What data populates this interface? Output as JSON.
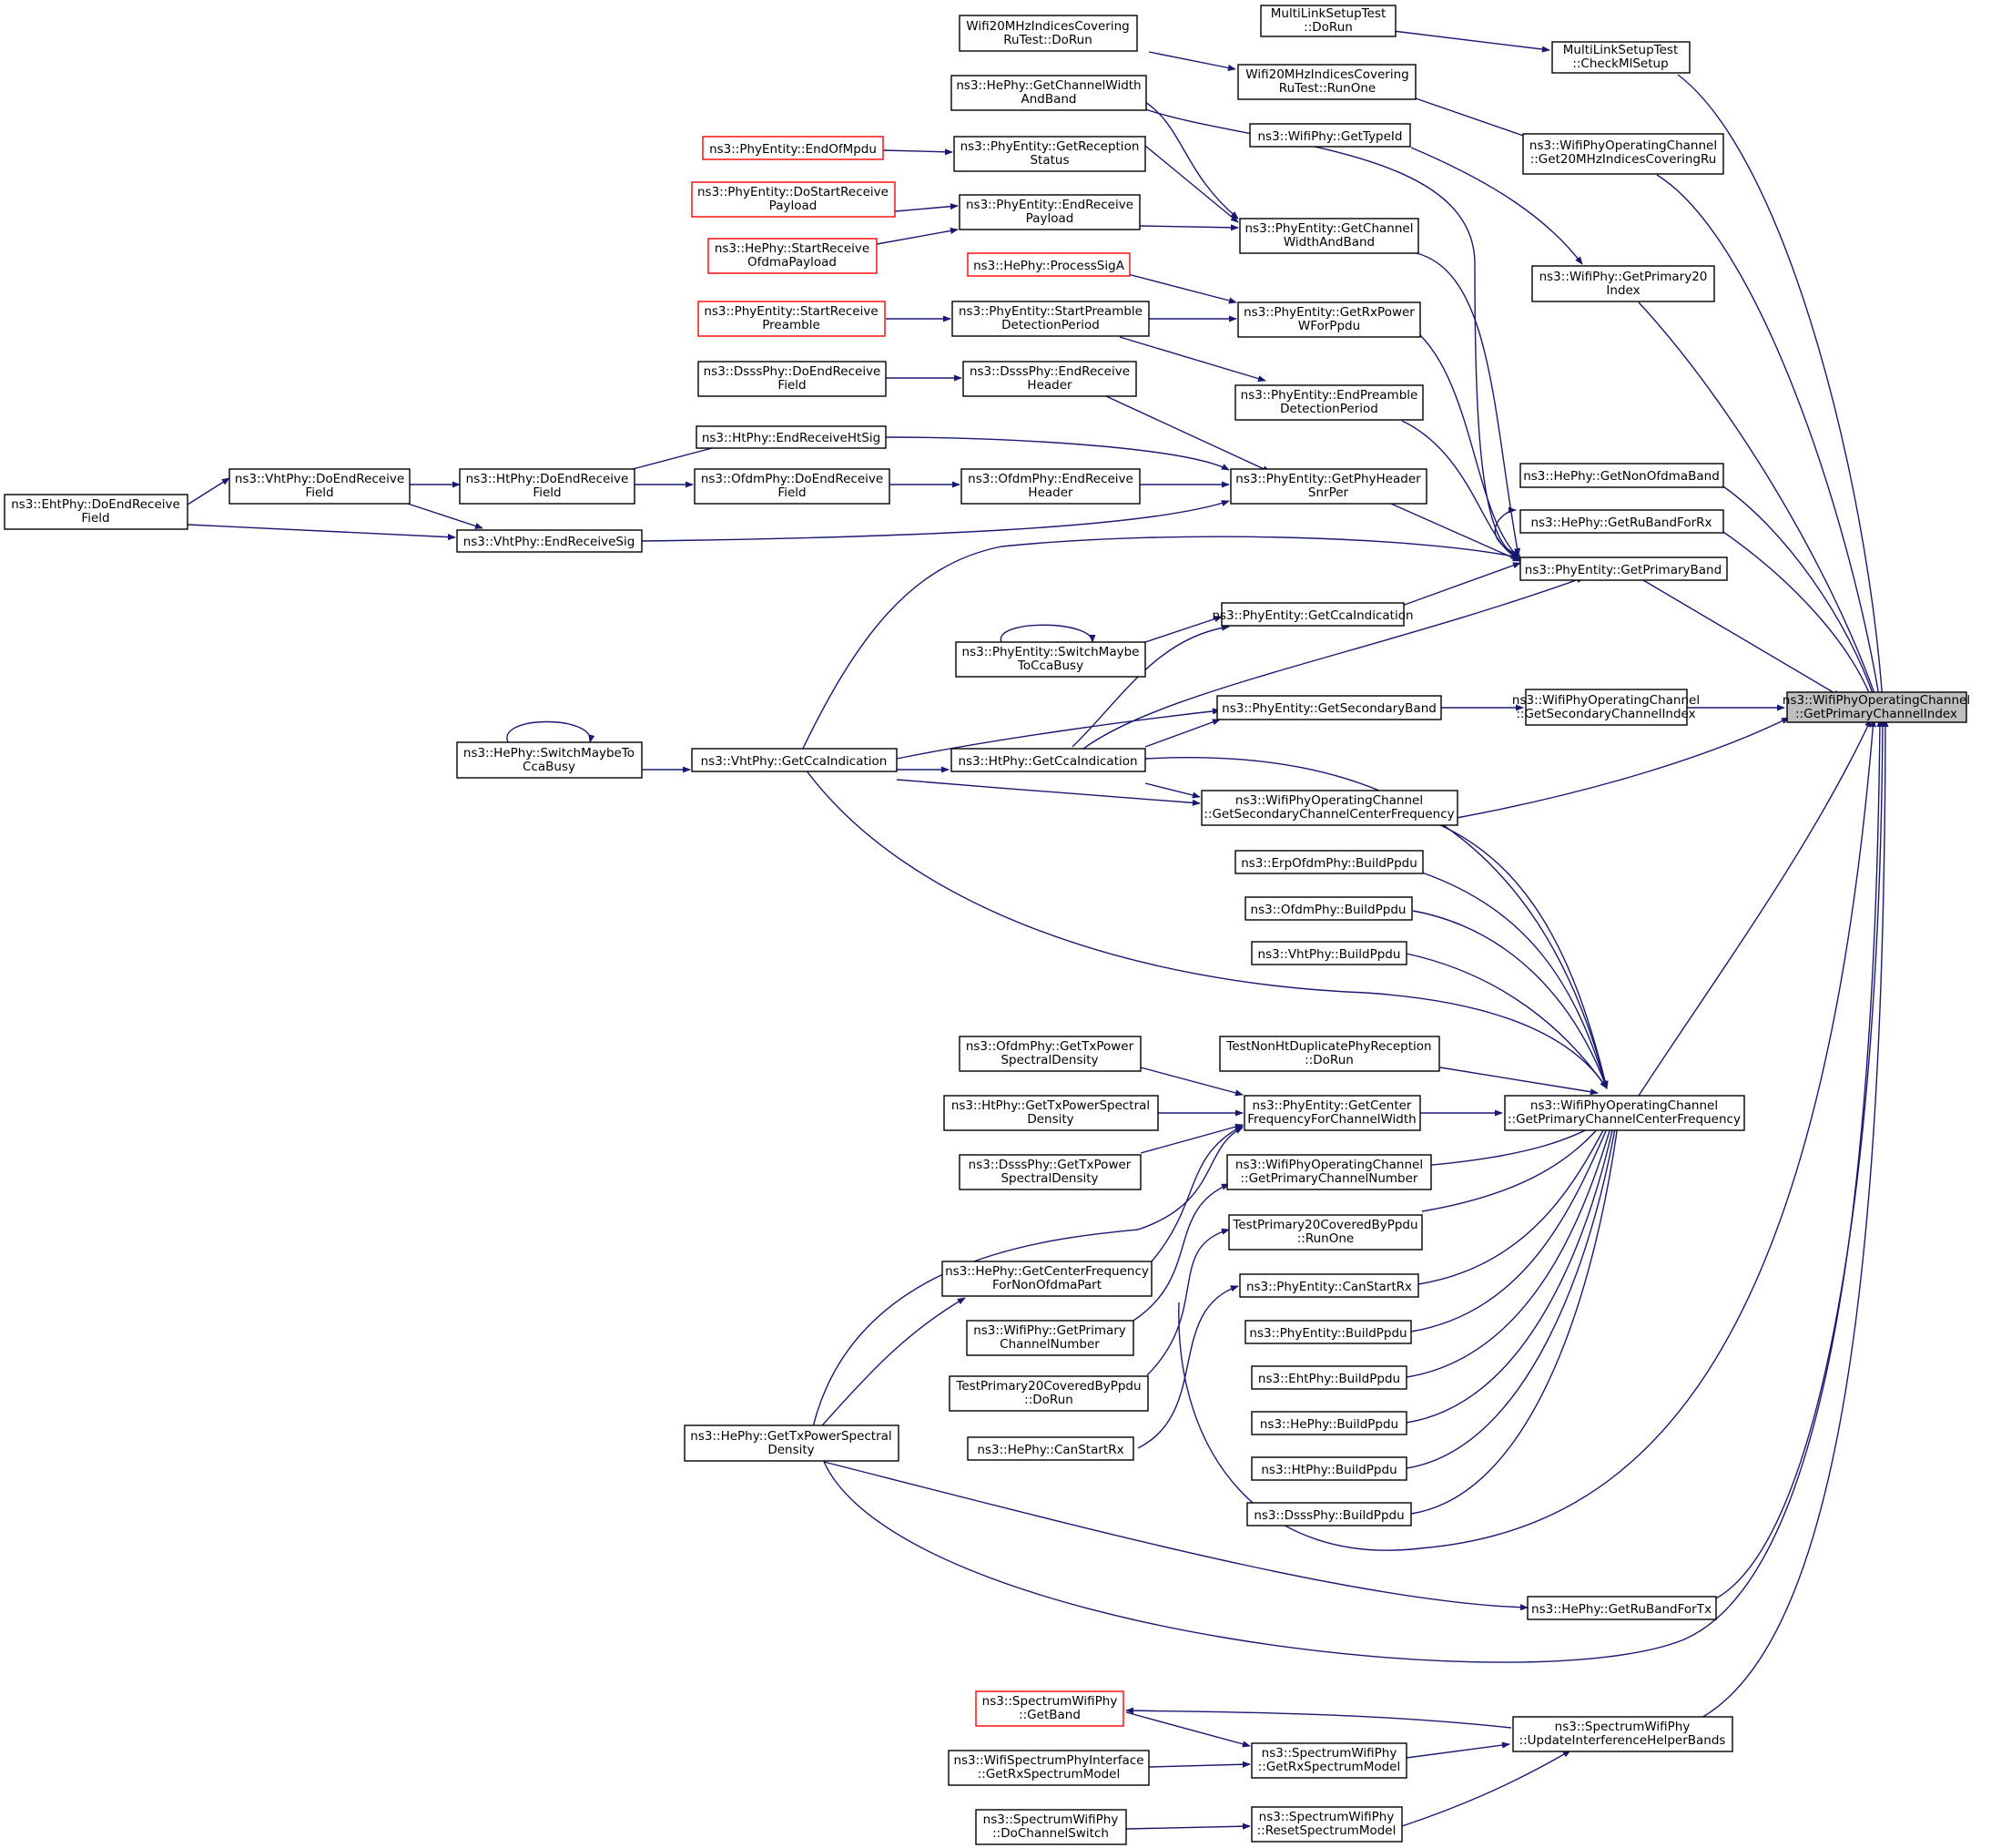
{
  "diagram": {
    "colors": {
      "edge": "#191970",
      "node_border": "#000000",
      "missing_border": "#ff0000",
      "focus_fill": "#bfbfbf"
    },
    "nodes": [
      {
        "id": "n1",
        "lines": [
          "ns3::WifiPhyOperatingChannel",
          "::GetPrimaryChannelIndex"
        ],
        "kind": "focus"
      },
      {
        "id": "n2",
        "lines": [
          "MultiLinkSetupTest",
          "::CheckMlSetup"
        ]
      },
      {
        "id": "n3",
        "lines": [
          "MultiLinkSetupTest",
          "::DoRun"
        ]
      },
      {
        "id": "n4",
        "lines": [
          "ns3::WifiPhyOperatingChannel",
          "::Get20MHzIndicesCoveringRu"
        ]
      },
      {
        "id": "n5",
        "lines": [
          "Wifi20MHzIndicesCovering",
          "RuTest::RunOne"
        ]
      },
      {
        "id": "n6",
        "lines": [
          "Wifi20MHzIndicesCovering",
          "RuTest::DoRun"
        ]
      },
      {
        "id": "n7",
        "lines": [
          "ns3::WifiPhy::GetPrimary20",
          "Index"
        ]
      },
      {
        "id": "n8",
        "lines": [
          "ns3::WifiPhy::GetTypeId"
        ]
      },
      {
        "id": "n9",
        "lines": [
          "ns3::HePhy::GetNonOfdmaBand"
        ]
      },
      {
        "id": "n10",
        "lines": [
          "ns3::HePhy::GetRuBandForRx"
        ]
      },
      {
        "id": "n11",
        "lines": [
          "ns3::PhyEntity::GetPrimaryBand"
        ]
      },
      {
        "id": "n12",
        "lines": [
          "ns3::PhyEntity::GetChannel",
          "WidthAndBand"
        ]
      },
      {
        "id": "n13",
        "lines": [
          "ns3::HePhy::GetChannelWidth",
          "AndBand"
        ]
      },
      {
        "id": "n14",
        "lines": [
          "ns3::PhyEntity::GetReception",
          "Status"
        ]
      },
      {
        "id": "n15",
        "lines": [
          "ns3::PhyEntity::EndOfMpdu"
        ],
        "kind": "red"
      },
      {
        "id": "n16",
        "lines": [
          "ns3::PhyEntity::EndReceive",
          "Payload"
        ]
      },
      {
        "id": "n17",
        "lines": [
          "ns3::PhyEntity::DoStartReceive",
          "Payload"
        ],
        "kind": "red"
      },
      {
        "id": "n18",
        "lines": [
          "ns3::HePhy::StartReceive",
          "OfdmaPayload"
        ],
        "kind": "red"
      },
      {
        "id": "n19",
        "lines": [
          "ns3::HePhy::ProcessSigA"
        ],
        "kind": "red"
      },
      {
        "id": "n20",
        "lines": [
          "ns3::PhyEntity::GetRxPower",
          "WForPpdu"
        ]
      },
      {
        "id": "n21",
        "lines": [
          "ns3::PhyEntity::StartPreamble",
          "DetectionPeriod"
        ]
      },
      {
        "id": "n22",
        "lines": [
          "ns3::PhyEntity::StartReceive",
          "Preamble"
        ],
        "kind": "red"
      },
      {
        "id": "n23",
        "lines": [
          "ns3::PhyEntity::EndPreamble",
          "DetectionPeriod"
        ]
      },
      {
        "id": "n24",
        "lines": [
          "ns3::DsssPhy::EndReceive",
          "Header"
        ]
      },
      {
        "id": "n25",
        "lines": [
          "ns3::DsssPhy::DoEndReceive",
          "Field"
        ]
      },
      {
        "id": "n26",
        "lines": [
          "ns3::PhyEntity::GetPhyHeader",
          "SnrPer"
        ]
      },
      {
        "id": "n27",
        "lines": [
          "ns3::HtPhy::EndReceiveHtSig"
        ]
      },
      {
        "id": "n28",
        "lines": [
          "ns3::OfdmPhy::EndReceive",
          "Header"
        ]
      },
      {
        "id": "n29",
        "lines": [
          "ns3::OfdmPhy::DoEndReceive",
          "Field"
        ]
      },
      {
        "id": "n30",
        "lines": [
          "ns3::HtPhy::DoEndReceive",
          "Field"
        ]
      },
      {
        "id": "n31",
        "lines": [
          "ns3::VhtPhy::DoEndReceive",
          "Field"
        ]
      },
      {
        "id": "n32",
        "lines": [
          "ns3::EhtPhy::DoEndReceive",
          "Field"
        ]
      },
      {
        "id": "n33",
        "lines": [
          "ns3::VhtPhy::EndReceiveSig"
        ]
      },
      {
        "id": "n34",
        "lines": [
          "ns3::PhyEntity::GetCcaIndication"
        ]
      },
      {
        "id": "n35",
        "lines": [
          "ns3::PhyEntity::SwitchMaybe",
          "ToCcaBusy"
        ]
      },
      {
        "id": "n36",
        "lines": [
          "ns3::WifiPhyOperatingChannel",
          "::GetSecondaryChannelIndex"
        ]
      },
      {
        "id": "n37",
        "lines": [
          "ns3::PhyEntity::GetSecondaryBand"
        ]
      },
      {
        "id": "n38",
        "lines": [
          "ns3::HePhy::SwitchMaybeTo",
          "CcaBusy"
        ]
      },
      {
        "id": "n39",
        "lines": [
          "ns3::VhtPhy::GetCcaIndication"
        ]
      },
      {
        "id": "n40",
        "lines": [
          "ns3::HtPhy::GetCcaIndication"
        ]
      },
      {
        "id": "n41",
        "lines": [
          "ns3::WifiPhyOperatingChannel",
          "::GetSecondaryChannelCenterFrequency"
        ]
      },
      {
        "id": "n42",
        "lines": [
          "ns3::ErpOfdmPhy::BuildPpdu"
        ]
      },
      {
        "id": "n43",
        "lines": [
          "ns3::OfdmPhy::BuildPpdu"
        ]
      },
      {
        "id": "n44",
        "lines": [
          "ns3::VhtPhy::BuildPpdu"
        ]
      },
      {
        "id": "n45",
        "lines": [
          "TestNonHtDuplicatePhyReception",
          "::DoRun"
        ]
      },
      {
        "id": "n46",
        "lines": [
          "ns3::WifiPhyOperatingChannel",
          "::GetPrimaryChannelCenterFrequency"
        ]
      },
      {
        "id": "n47",
        "lines": [
          "ns3::OfdmPhy::GetTxPower",
          "SpectralDensity"
        ]
      },
      {
        "id": "n48",
        "lines": [
          "ns3::PhyEntity::GetCenter",
          "FrequencyForChannelWidth"
        ]
      },
      {
        "id": "n49",
        "lines": [
          "ns3::HtPhy::GetTxPowerSpectral",
          "Density"
        ]
      },
      {
        "id": "n50",
        "lines": [
          "ns3::DsssPhy::GetTxPower",
          "SpectralDensity"
        ]
      },
      {
        "id": "n51",
        "lines": [
          "ns3::WifiPhyOperatingChannel",
          "::GetPrimaryChannelNumber"
        ]
      },
      {
        "id": "n52",
        "lines": [
          "TestPrimary20CoveredByPpdu",
          "::RunOne"
        ]
      },
      {
        "id": "n53",
        "lines": [
          "ns3::HePhy::GetCenterFrequency",
          "ForNonOfdmaPart"
        ]
      },
      {
        "id": "n54",
        "lines": [
          "ns3::PhyEntity::CanStartRx"
        ]
      },
      {
        "id": "n55",
        "lines": [
          "ns3::WifiPhy::GetPrimary",
          "ChannelNumber"
        ]
      },
      {
        "id": "n56",
        "lines": [
          "ns3::PhyEntity::BuildPpdu"
        ]
      },
      {
        "id": "n57",
        "lines": [
          "TestPrimary20CoveredByPpdu",
          "::DoRun"
        ]
      },
      {
        "id": "n58",
        "lines": [
          "ns3::EhtPhy::BuildPpdu"
        ]
      },
      {
        "id": "n59",
        "lines": [
          "ns3::HePhy::BuildPpdu"
        ]
      },
      {
        "id": "n60",
        "lines": [
          "ns3::HePhy::CanStartRx"
        ]
      },
      {
        "id": "n61",
        "lines": [
          "ns3::HePhy::GetTxPowerSpectral",
          "Density"
        ]
      },
      {
        "id": "n62",
        "lines": [
          "ns3::HtPhy::BuildPpdu"
        ]
      },
      {
        "id": "n63",
        "lines": [
          "ns3::DsssPhy::BuildPpdu"
        ]
      },
      {
        "id": "n64",
        "lines": [
          "ns3::HePhy::GetRuBandForTx"
        ]
      },
      {
        "id": "n65",
        "lines": [
          "ns3::SpectrumWifiPhy",
          "::GetBand"
        ],
        "kind": "red"
      },
      {
        "id": "n66",
        "lines": [
          "ns3::SpectrumWifiPhy",
          "::UpdateInterferenceHelperBands"
        ]
      },
      {
        "id": "n67",
        "lines": [
          "ns3::SpectrumWifiPhy",
          "::GetRxSpectrumModel"
        ]
      },
      {
        "id": "n68",
        "lines": [
          "ns3::WifiSpectrumPhyInterface",
          "::GetRxSpectrumModel"
        ]
      },
      {
        "id": "n69",
        "lines": [
          "ns3::SpectrumWifiPhy",
          "::ResetSpectrumModel"
        ]
      },
      {
        "id": "n70",
        "lines": [
          "ns3::SpectrumWifiPhy",
          "::DoChannelSwitch"
        ]
      }
    ]
  }
}
